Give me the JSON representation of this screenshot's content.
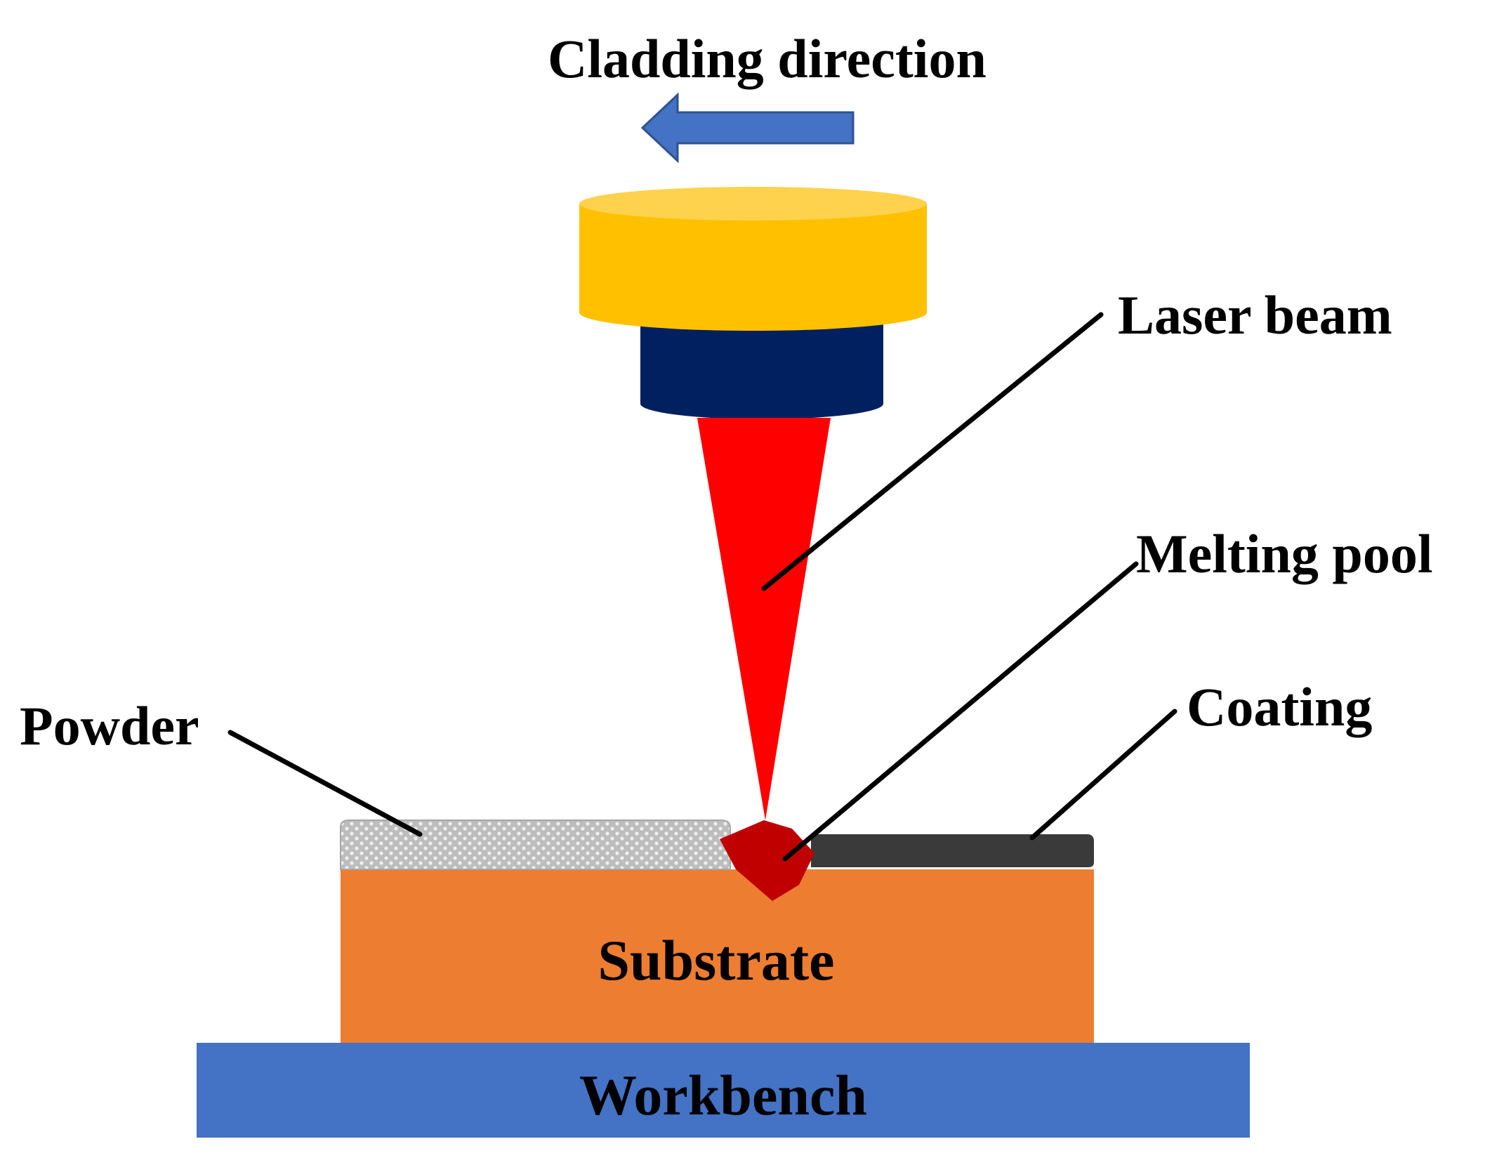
{
  "labels": {
    "cladding_direction": "Cladding direction",
    "laser_beam": "Laser beam",
    "melting_pool": "Melting pool",
    "coating": "Coating",
    "powder": "Powder",
    "substrate": "Substrate",
    "workbench": "Workbench"
  },
  "colors": {
    "arrow": "#4472C4",
    "arrow_outline": "#2F528F",
    "nozzle_top": "#FFC000",
    "nozzle_top_face": "#FFD24D",
    "nozzle_bottom": "#002060",
    "laser": "#FF0000",
    "melt_pool": "#C00000",
    "coating": "#3A3A3A",
    "powder": "#C8C8C8",
    "substrate": "#ED7D31",
    "workbench": "#4472C4"
  }
}
